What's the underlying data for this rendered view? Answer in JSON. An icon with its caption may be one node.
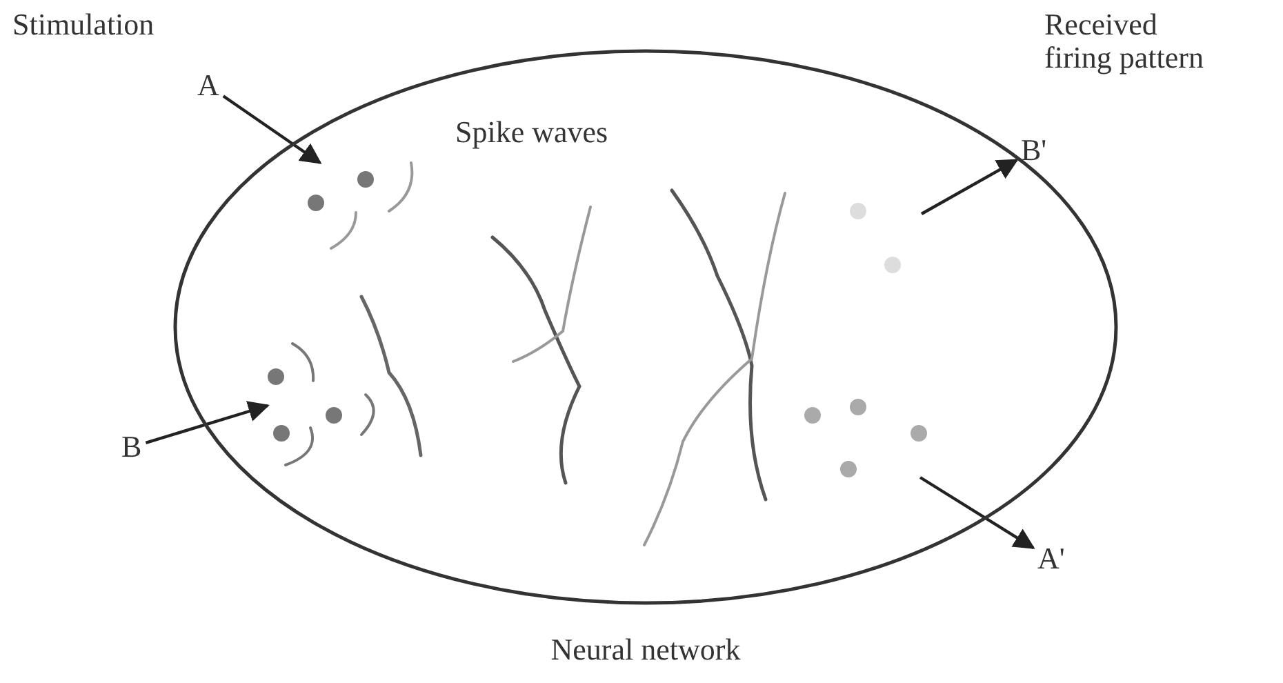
{
  "diagram": {
    "nodes": [
      {
        "text": [
          "Neural network"
        ]
      },
      {
        "text": [
          "A"
        ]
      },
      {
        "text": [
          "B"
        ]
      },
      {
        "text": [
          "B'"
        ]
      },
      {
        "text": [
          "A'"
        ]
      }
    ],
    "edges": [
      {
        "from": 1,
        "to": 0,
        "arrow": "to"
      },
      {
        "from": 2,
        "to": 0,
        "arrow": "to"
      },
      {
        "from": 0,
        "to": 3,
        "arrow": "to"
      },
      {
        "from": 0,
        "to": 4,
        "arrow": "to"
      }
    ],
    "labels": [
      "Stimulation",
      "Received firing pattern",
      "Spike waves"
    ]
  }
}
